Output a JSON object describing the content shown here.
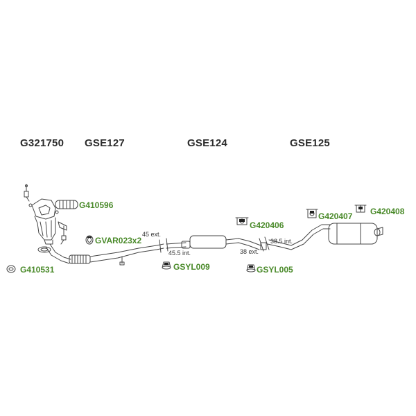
{
  "sections": {
    "catalyst": "G321750",
    "front_pipe": "GSE127",
    "middle_silencer": "GSE124",
    "rear_silencer": "GSE125"
  },
  "parts": {
    "flex_pipe": "G410596",
    "gasket": "G410531",
    "clamp_front": "GVAR023x2",
    "rubber_mount_mid_1": "G420406",
    "rubber_mount_rear_1": "G420407",
    "rubber_mount_rear_2": "G420408",
    "clamp_sleeve_1": "GSYL009",
    "clamp_sleeve_2": "GSYL005"
  },
  "dimensions": {
    "front_ext": "45 ext.",
    "front_int": "45.5 int.",
    "rear_int": "38.5 int.",
    "rear_ext": "38 ext."
  },
  "colors": {
    "part_code": "#4a8a2a",
    "section_title": "#2b2b2b",
    "line": "#444444"
  }
}
